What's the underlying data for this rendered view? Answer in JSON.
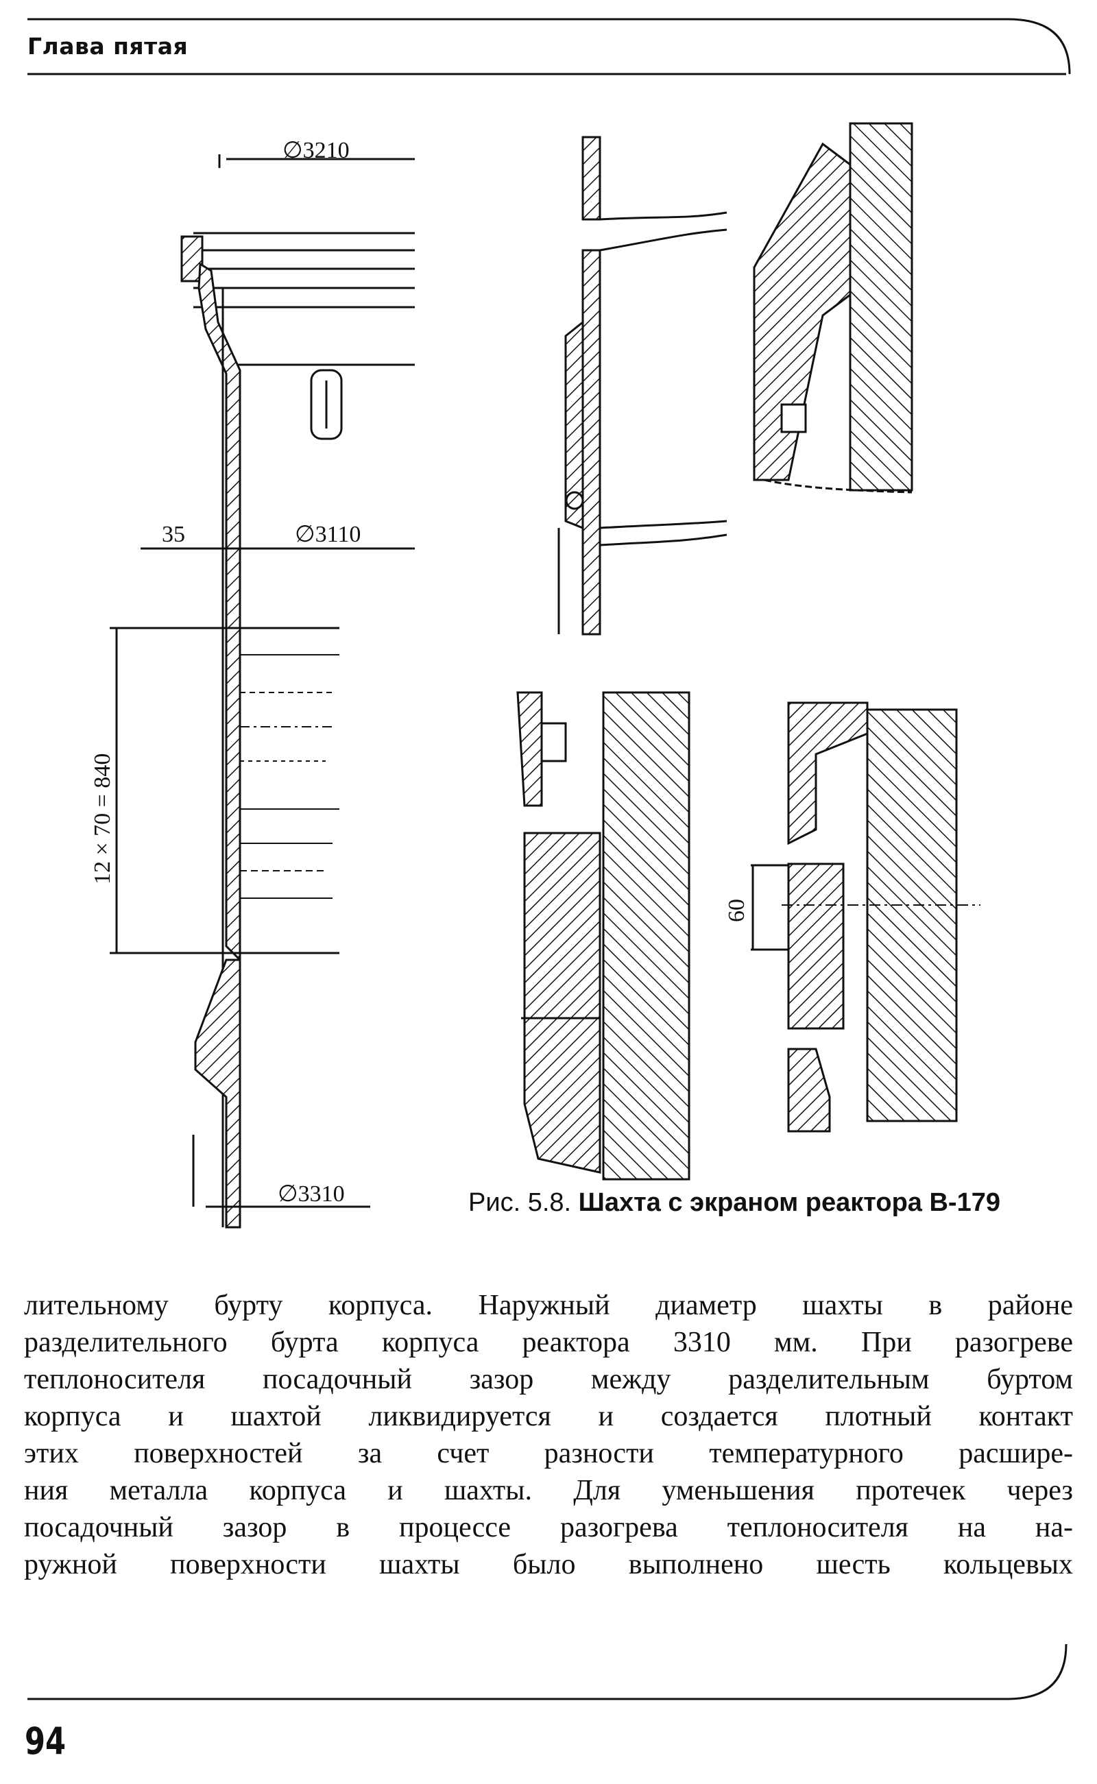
{
  "header": {
    "chapter": "Глава пятая"
  },
  "figure": {
    "dimensions": {
      "d_top": "∅3210",
      "wall": "35",
      "d_mid": "∅3110",
      "pitch": "12 × 70 = 840",
      "d_bottom": "∅3310",
      "gap": "60"
    },
    "caption": {
      "prefix": "Рис. 5.8.",
      "title": "Шахта с экраном реактора В-179"
    }
  },
  "body": {
    "lines": [
      "лительному бурту корпуса. Наружный диаметр шахты в районе",
      "разделительного бурта корпуса реактора 3310 мм. При разогреве",
      "теплоносителя посадочный зазор между разделительным буртом",
      "корпуса и шахтой ликвидируется и создается плотный контакт",
      "этих поверхностей за счет разности температурного расшире-",
      "ния металла корпуса и шахты. Для уменьшения протечек через",
      "посадочный зазор в процессе разогрева теплоносителя на на-",
      "ружной поверхности шахты было выполнено шесть кольцевых"
    ]
  },
  "footer": {
    "page_number": "94"
  }
}
